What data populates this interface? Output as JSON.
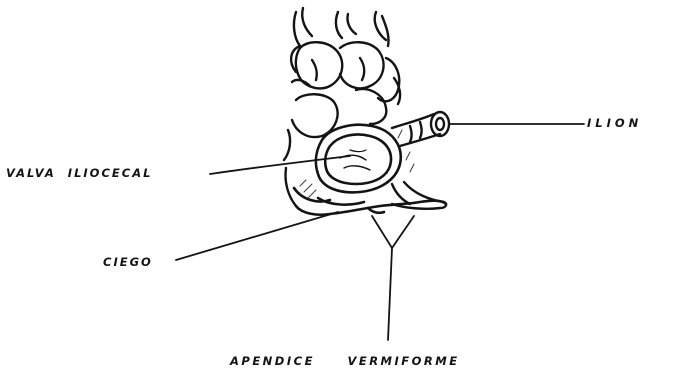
{
  "diagram": {
    "labels": {
      "ilion": "ILION",
      "valva_iliocecal": "VALVA  ILIOCECAL",
      "ciego": "CIEGO",
      "apendice_vermiforme": "APENDICE     VERMIFORME"
    },
    "colors": {
      "ink": "#141414",
      "background": "#ffffff"
    }
  }
}
